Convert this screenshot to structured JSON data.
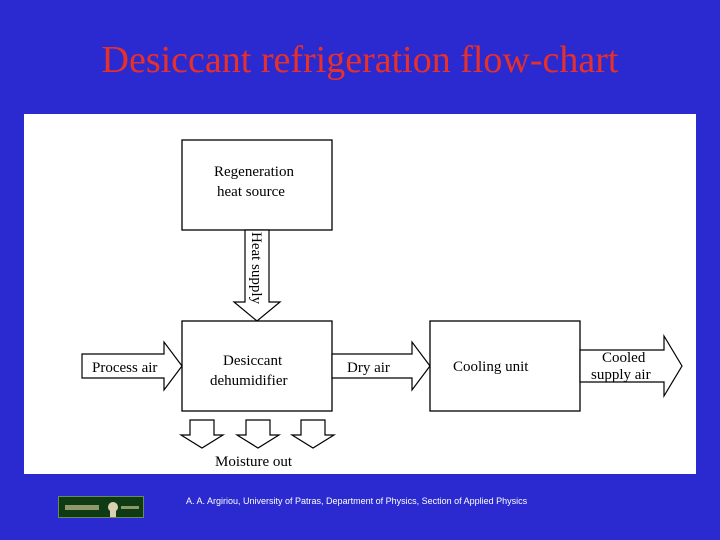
{
  "title": "Desiccant refrigeration flow-chart",
  "diagram": {
    "regeneration": [
      "Regeneration",
      "heat source"
    ],
    "heat_supply": "Heat supply",
    "process_air": "Process air",
    "desiccant": [
      "Desiccant",
      "dehumidifier"
    ],
    "dry_air": "Dry air",
    "cooling_unit": "Cooling unit",
    "cooled_supply": [
      "Cooled",
      "supply air"
    ],
    "moisture_out": "Moisture out"
  },
  "footer": "A. A. Argiriou, University of Patras, Department of Physics, Section of Applied Physics",
  "colors": {
    "background": "#2a2ad0",
    "title": "#e8302a",
    "panel": "#ffffff"
  }
}
